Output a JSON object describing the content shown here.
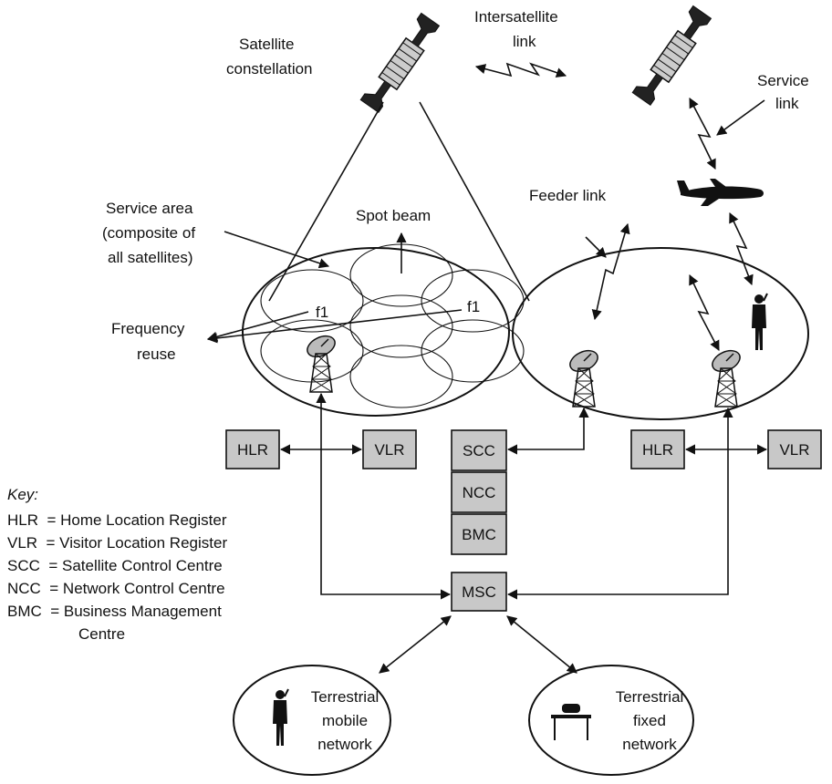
{
  "labels": {
    "intersatellite_line1": "Intersatellite",
    "intersatellite_line2": "link",
    "satellite_line1": "Satellite",
    "satellite_line2": "constellation",
    "service_line1": "Service",
    "service_line2": "link",
    "spot_beam": "Spot beam",
    "feeder_link": "Feeder link",
    "service_area_line1": "Service area",
    "service_area_line2": "(composite of",
    "service_area_line3": "all satellites)",
    "freq_line1": "Frequency",
    "freq_line2": "reuse",
    "f1_left": "f1",
    "f1_right": "f1",
    "mobile_line1": "Terrestrial",
    "mobile_line2": "mobile",
    "mobile_line3": "network",
    "fixed_line1": "Terrestrial",
    "fixed_line2": "fixed",
    "fixed_line3": "network"
  },
  "boxes": {
    "hlr_left": "HLR",
    "vlr_left": "VLR",
    "scc": "SCC",
    "ncc": "NCC",
    "bmc": "BMC",
    "msc": "MSC",
    "hlr_right": "HLR",
    "vlr_right": "VLR"
  },
  "key": {
    "title": "Key:",
    "hlr": "HLR  = Home Location Register",
    "vlr": "VLR  = Visitor Location Register",
    "scc": "SCC  = Satellite Control Centre",
    "ncc": "NCC  = Network Control Centre",
    "bmc": "BMC  = Business Management",
    "bmc_cont": "Centre"
  },
  "icons": [
    "satellite-icon",
    "airplane-icon",
    "dish-antenna-icon",
    "person-icon",
    "telephone-icon"
  ],
  "colors": {
    "box_fill": "#c8c8c8",
    "line": "#111111"
  }
}
